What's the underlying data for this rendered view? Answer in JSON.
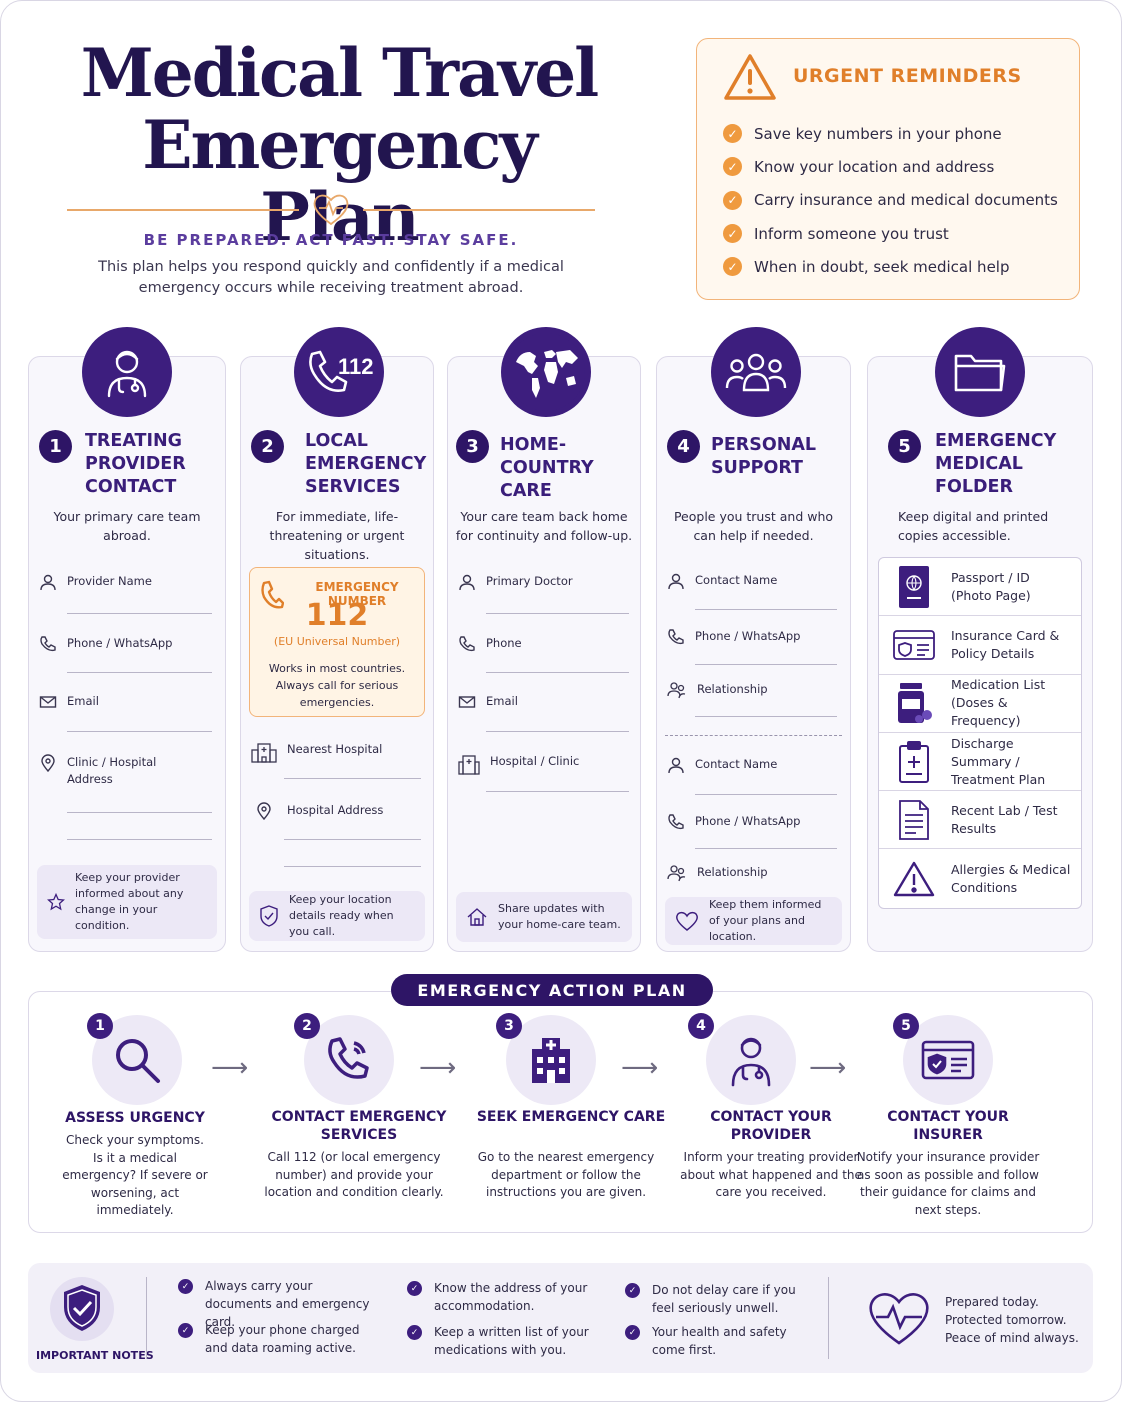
{
  "header": {
    "title_line1": "Medical Travel",
    "title_line2": "Emergency Plan",
    "tagline": "BE PREPARED. ACT FAST. STAY SAFE.",
    "intro": "This plan helps you respond quickly and confidently if a medical emergency occurs while receiving treatment abroad."
  },
  "urgent": {
    "title": "URGENT REMINDERS",
    "items": [
      "Save key numbers in your phone",
      "Know your location and address",
      "Carry insurance and medical documents",
      "Inform someone you trust",
      "When in doubt, seek medical help"
    ]
  },
  "columns": {
    "c1": {
      "num": "1",
      "title": "TREATING PROVIDER CONTACT",
      "desc": "Your primary care team abroad.",
      "fields": [
        "Provider Name",
        "Phone / WhatsApp",
        "Email",
        "Clinic / Hospital Address"
      ],
      "tip": "Keep your provider informed about any change in your condition."
    },
    "c2": {
      "num": "2",
      "title": "LOCAL EMERGENCY SERVICES",
      "icon_text": "112",
      "desc": "For immediate, life-threatening or urgent situations.",
      "em_label": "EMERGENCY NUMBER",
      "em_number": "112",
      "em_sub": "(EU Universal Number)",
      "em_note": "Works in most countries. Always call for serious emergencies.",
      "fields": [
        "Nearest Hospital",
        "Hospital Address"
      ],
      "tip": "Keep your location details ready when you call."
    },
    "c3": {
      "num": "3",
      "title": "HOME-COUNTRY CARE",
      "desc": "Your care team back home for continuity and follow-up.",
      "fields": [
        "Primary Doctor",
        "Phone",
        "Email",
        "Hospital / Clinic"
      ],
      "tip": "Share updates with your home-care team."
    },
    "c4": {
      "num": "4",
      "title": "PERSONAL SUPPORT",
      "desc": "People you trust and who can help if needed.",
      "fields": [
        "Contact Name",
        "Phone / WhatsApp",
        "Relationship",
        "Contact Name",
        "Phone / WhatsApp",
        "Relationship"
      ],
      "tip": "Keep them informed of your plans and location."
    },
    "c5": {
      "num": "5",
      "title": "EMERGENCY MEDICAL FOLDER",
      "desc": "Keep digital and printed copies accessible.",
      "items": [
        "Passport / ID (Photo Page)",
        "Insurance Card & Policy Details",
        "Medication List (Doses & Frequency)",
        "Discharge Summary / Treatment Plan",
        "Recent Lab / Test Results",
        "Allergies & Medical Conditions"
      ]
    }
  },
  "action": {
    "title": "EMERGENCY ACTION PLAN",
    "steps": [
      {
        "num": "1",
        "title": "ASSESS URGENCY",
        "desc": "Check your symptoms. Is it a medical emergency? If severe or worsening, act immediately."
      },
      {
        "num": "2",
        "title": "CONTACT EMERGENCY SERVICES",
        "desc": "Call 112 (or local emergency number) and provide your location and condition clearly."
      },
      {
        "num": "3",
        "title": "SEEK EMERGENCY CARE",
        "desc": "Go to the nearest emergency department or follow the instructions you are given."
      },
      {
        "num": "4",
        "title": "CONTACT YOUR PROVIDER",
        "desc": "Inform your treating provider about what happened and the care you received."
      },
      {
        "num": "5",
        "title": "CONTACT YOUR INSURER",
        "desc": "Notify your insurance provider as soon as possible and follow their guidance for claims and next steps."
      }
    ]
  },
  "notes": {
    "label": "IMPORTANT NOTES",
    "items": [
      "Always carry your documents and emergency card.",
      "Keep your phone charged and data roaming active.",
      "Know the address of your accommodation.",
      "Keep a written list of your medications with you.",
      "Do not delay care if you feel seriously unwell.",
      "Your health and safety come first."
    ],
    "closing": [
      "Prepared today.",
      "Protected tomorrow.",
      "Peace of mind always."
    ]
  },
  "colors": {
    "primary": "#3d1e7e",
    "dark": "#22154f",
    "accent": "#e07f2a",
    "panel": "#f8f7fc"
  }
}
